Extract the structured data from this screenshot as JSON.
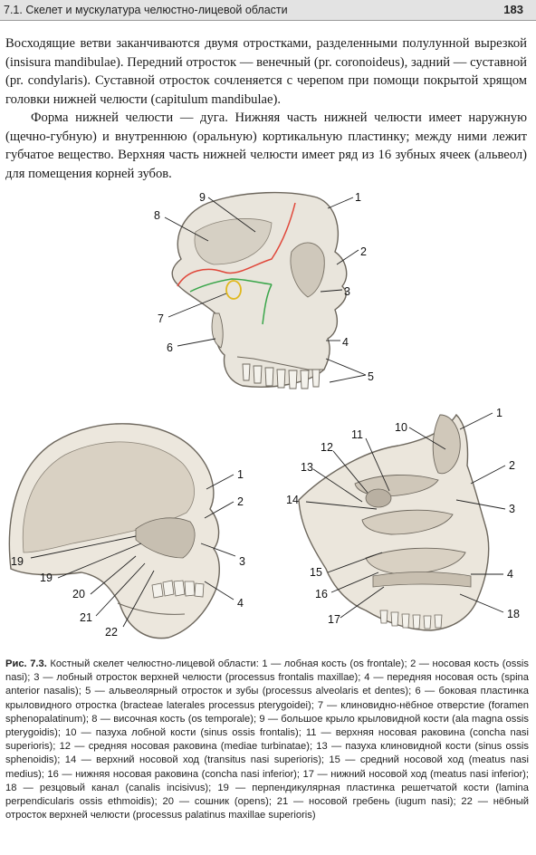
{
  "header": {
    "section_title": "7.1. Скелет и мускулатура челюстно-лицевой области",
    "page_number": "183"
  },
  "body": {
    "paragraph1": "Восходящие ветви заканчиваются двумя отростками, разделенными полулунной вырезкой (insisura mandibulae). Передний отросток — венечный (pr. coronoideus), задний — суставной (pr. condylaris). Суставной отросток сочленяется с черепом при помощи покрытой хрящом головки нижней челюсти (capitulum mandibulae).",
    "paragraph2": "Форма нижней челюсти — дуга. Нижняя часть нижней челюсти имеет наружную (щечно-губную) и внутреннюю (оральную) кортикальную пластинку; между ними лежит губчатое вещество. Верхняя часть нижней челюсти имеет ряд из 16 зубных ячеек (альвеол) для помещения корней зубов."
  },
  "figure_top": {
    "labels": [
      "1",
      "2",
      "3",
      "4",
      "5",
      "6",
      "7",
      "8",
      "9"
    ]
  },
  "figure_bottom_left": {
    "labels": [
      "1",
      "2",
      "3",
      "4",
      "19",
      "19",
      "20",
      "21",
      "22"
    ]
  },
  "figure_bottom_right": {
    "labels": [
      "1",
      "2",
      "3",
      "4",
      "10",
      "11",
      "12",
      "13",
      "14",
      "15",
      "16",
      "17",
      "18"
    ]
  },
  "caption": {
    "fig_label": "Рис. 7.3.",
    "text": "Костный скелет челюстно-лицевой области: 1 — лобная кость (os frontale); 2 — носовая кость (ossis nasi); 3 — лобный отросток верхней челюсти (processus frontalis maxillae); 4 — передняя носовая ость (spina anterior nasalis); 5 — альвеолярный отросток и зубы (processus alveolaris et dentes); 6 — боковая пластинка крыловидного отростка (bracteae laterales processus pterygoidei); 7 — клиновидно-нёбное отверстие (foramen sphenopalatinum); 8 — височная кость (os temporale); 9 — большое крыло крыловидной кости (ala magna ossis pterygoidis); 10 — пазуха лобной кости (sinus ossis frontalis); 11 — верхняя носовая раковина (concha nasi superioris); 12 — средняя носовая раковина (mediae turbinatae); 13 — пазуха клиновидной кости (sinus ossis sphenoidis); 14 — верхний носовой ход (transitus nasi superioris); 15 — средний носовой ход (meatus nasi medius); 16 — нижняя носовая раковина (concha nasi inferior); 17 — нижний носовой ход (meatus nasi inferior); 18 — резцовый канал (canalis incisivus); 19 — перпендикулярная пластинка решетчатой кости (lamina perpendicularis ossis ethmoidis); 20 — сошник (opens); 21 — носовой гребень (iugum nasi); 22 — нёбный отросток верхней челюсти (processus palatinus maxillae superioris)"
  }
}
